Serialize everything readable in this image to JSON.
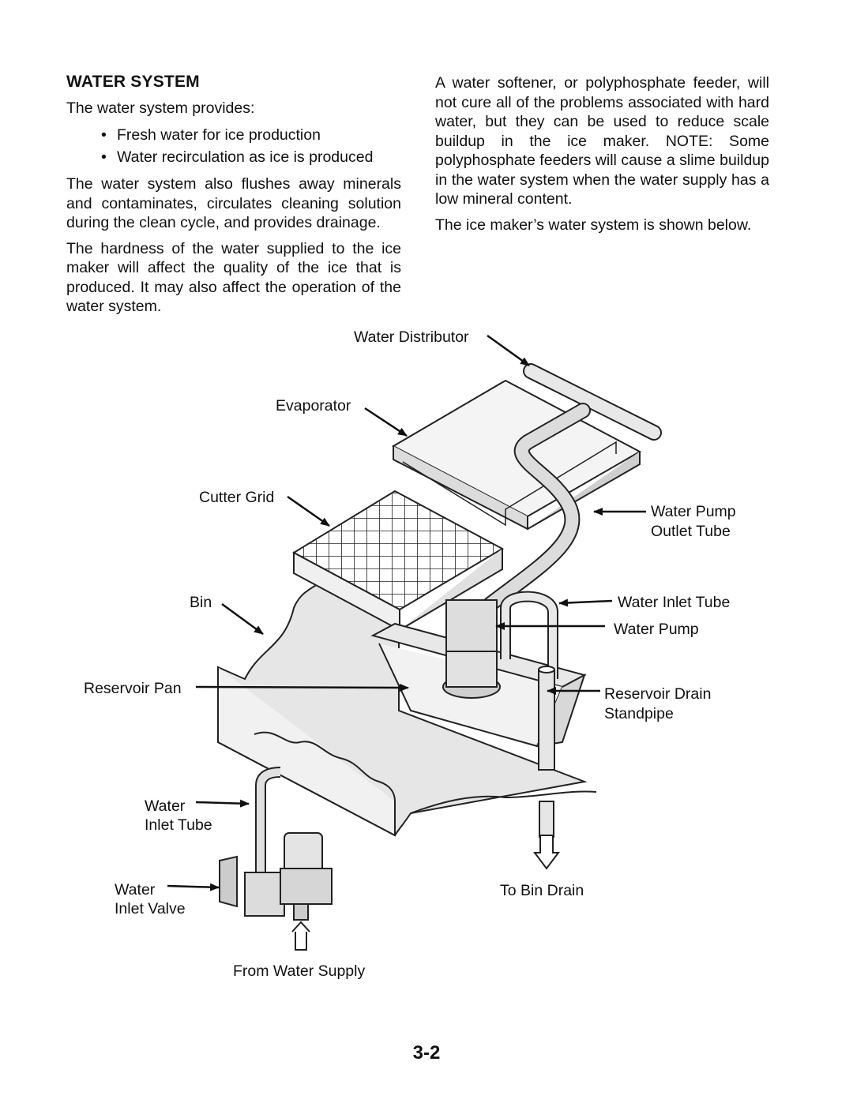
{
  "heading": "WATER SYSTEM",
  "left_column": {
    "intro": "The water system provides:",
    "bullets": [
      "Fresh water for ice production",
      "Water recirculation as ice is produced"
    ],
    "paragraph1": "The water system also flushes away minerals and contaminates, circulates cleaning solution during the clean cycle, and provides drainage.",
    "paragraph2": "The hardness of the water supplied to the ice maker will affect the quality of the ice that is produced. It may also affect the operation of the water system."
  },
  "right_column": {
    "paragraph1": "A water softener, or polyphosphate feeder, will not cure all of the problems associated with hard water, but they can be used to reduce scale buildup in the ice maker. NOTE: Some polyphosphate feeders will cause a slime buildup in the water system when the water supply has a low mineral content.",
    "paragraph2": "The ice maker’s water system is shown below."
  },
  "diagram_labels": {
    "water_distributor": "Water Distributor",
    "evaporator": "Evaporator",
    "cutter_grid": "Cutter Grid",
    "water_pump_outlet_tube_line1": "Water Pump",
    "water_pump_outlet_tube_line2": "Outlet Tube",
    "bin": "Bin",
    "water_inlet_tube_upper": "Water Inlet Tube",
    "water_pump": "Water Pump",
    "reservoir_pan": "Reservoir Pan",
    "reservoir_drain_line1": "Reservoir Drain",
    "reservoir_drain_line2": "Standpipe",
    "water_inlet_tube_lower_line1": "Water",
    "water_inlet_tube_lower_line2": "Inlet Tube",
    "water_inlet_valve_line1": "Water",
    "water_inlet_valve_line2": "Inlet Valve",
    "to_bin_drain": "To Bin Drain",
    "from_water_supply": "From Water Supply"
  },
  "page_number": "3-2"
}
